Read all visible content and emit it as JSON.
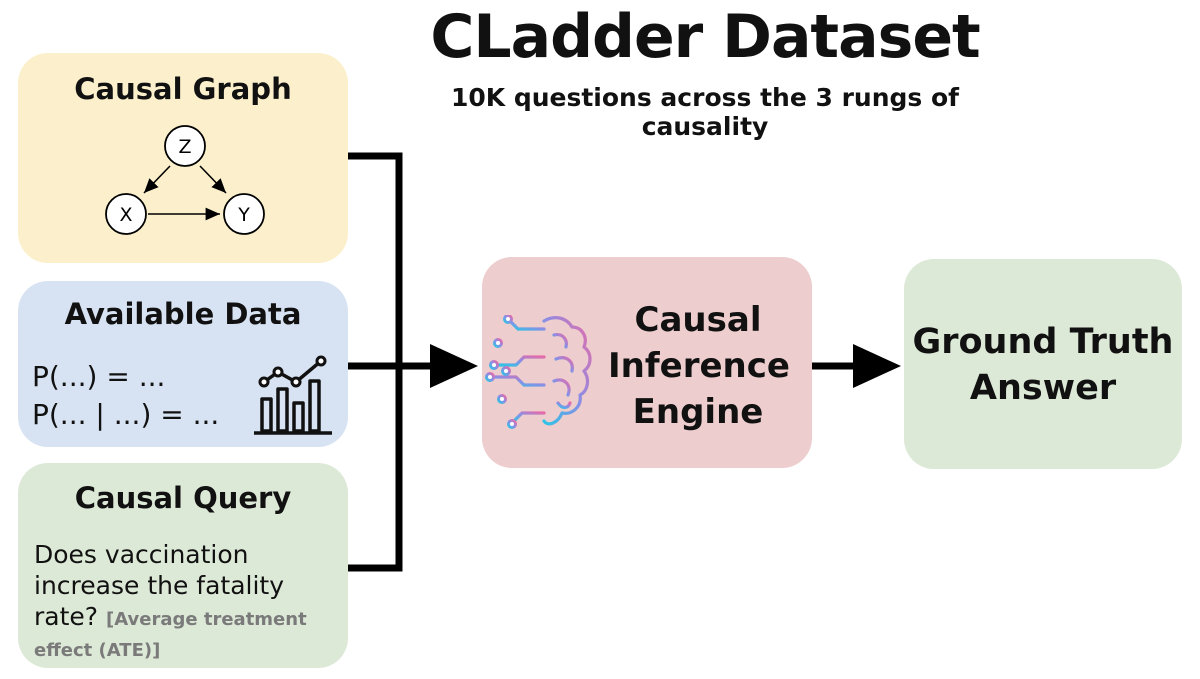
{
  "header": {
    "title": "CLadder Dataset",
    "subtitle": "10K questions across the 3 rungs of causality"
  },
  "graph_card": {
    "title": "Causal Graph",
    "nodes": [
      "Z",
      "X",
      "Y"
    ]
  },
  "data_card": {
    "title": "Available Data",
    "formula_1": "P(...) = ...",
    "formula_2": "P(... | ...) = ...",
    "icon": "bar-line-chart-icon"
  },
  "query_card": {
    "title": "Causal Query",
    "question": "Does vaccination increase the fatality rate?",
    "note": "[Average treatment effect (ATE)]"
  },
  "engine_card": {
    "line_1": "Causal",
    "line_2": "Inference",
    "line_3": "Engine",
    "icon": "circuit-brain-icon"
  },
  "answer_card": {
    "line_1": "Ground Truth",
    "line_2": "Answer"
  },
  "colors": {
    "graph_bg": "#fbf0cb",
    "data_bg": "#d7e3f2",
    "query_bg": "#dde9d7",
    "engine_bg": "#edcdcd",
    "answer_bg": "#dde9d7",
    "brain_gradient_start": "#2ec4e6",
    "brain_gradient_end": "#e86aa8"
  }
}
